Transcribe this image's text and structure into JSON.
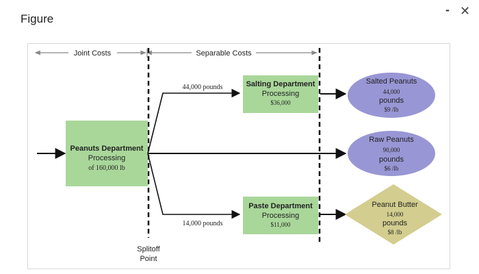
{
  "window": {
    "title": "Figure",
    "minimize_label": "-",
    "close_label": "✕"
  },
  "diagram": {
    "joint_costs_label": "Joint Costs",
    "separable_costs_label": "Separable Costs",
    "splitoff_line1": "Splitoff",
    "splitoff_line2": "Point",
    "peanuts_dept": {
      "name": "Peanuts Department",
      "activity": "Processing",
      "amount": "of 160,000 lb"
    },
    "salting_dept": {
      "name": "Salting Department",
      "activity": "Processing",
      "cost": "$36,000"
    },
    "paste_dept": {
      "name": "Paste Department",
      "activity": "Processing",
      "cost": "$11,000"
    },
    "flow_top_label": "44,000 pounds",
    "flow_bottom_label": "14,000 pounds",
    "products": [
      {
        "name": "Salted Peanuts",
        "qty": "44,000",
        "unit": "pounds",
        "price": "$9 /lb"
      },
      {
        "name": "Raw Peanuts",
        "qty": "90,000",
        "unit": "pounds",
        "price": "$6 /lb"
      },
      {
        "name": "Peanut Butter",
        "qty": "14,000",
        "unit": "pounds",
        "price": "$8 /lb"
      }
    ],
    "colors": {
      "box": "#a9d79a",
      "ellipse": "#9896d4",
      "diamond": "#d3cd8f"
    }
  }
}
